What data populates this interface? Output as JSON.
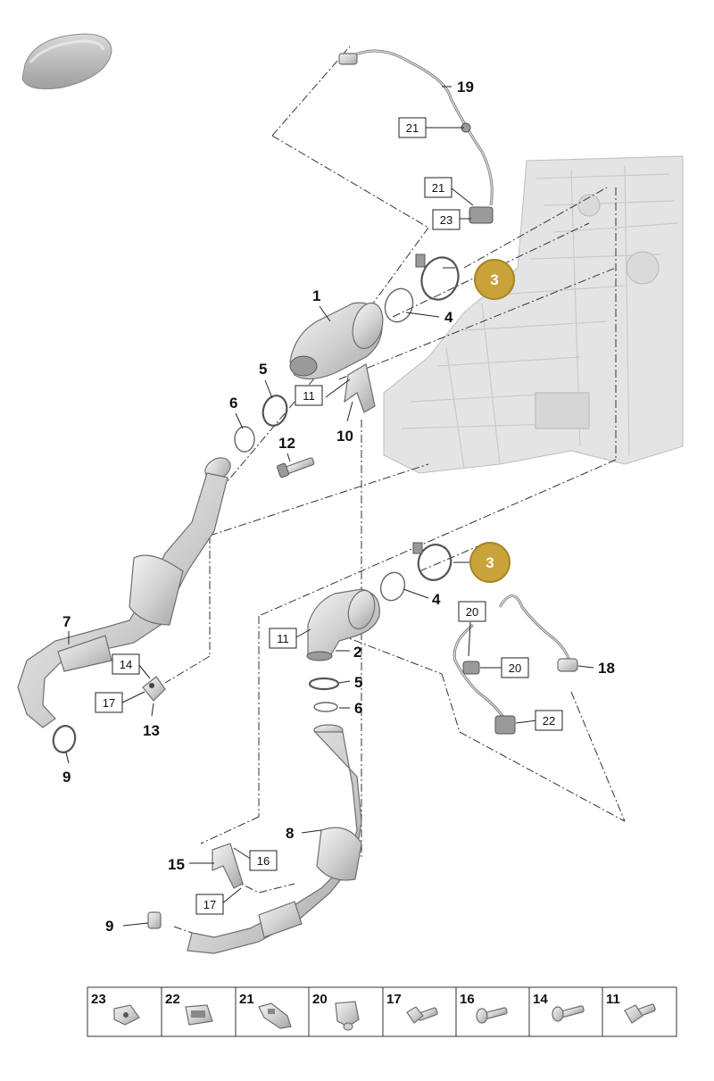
{
  "callouts": [
    {
      "id": "c1",
      "text": "1"
    },
    {
      "id": "c2",
      "text": "2"
    },
    {
      "id": "c4a",
      "text": "4"
    },
    {
      "id": "c4b",
      "text": "4"
    },
    {
      "id": "c5a",
      "text": "5"
    },
    {
      "id": "c5b",
      "text": "5"
    },
    {
      "id": "c6a",
      "text": "6"
    },
    {
      "id": "c6b",
      "text": "6"
    },
    {
      "id": "c7",
      "text": "7"
    },
    {
      "id": "c8",
      "text": "8"
    },
    {
      "id": "c9a",
      "text": "9"
    },
    {
      "id": "c9b",
      "text": "9"
    },
    {
      "id": "c10",
      "text": "10"
    },
    {
      "id": "c12",
      "text": "12"
    },
    {
      "id": "c13",
      "text": "13"
    },
    {
      "id": "c15",
      "text": "15"
    },
    {
      "id": "c18",
      "text": "18"
    },
    {
      "id": "c19",
      "text": "19"
    }
  ],
  "boxed": [
    {
      "id": "b21a",
      "text": "21"
    },
    {
      "id": "b21b",
      "text": "21"
    },
    {
      "id": "b23",
      "text": "23"
    },
    {
      "id": "b11a",
      "text": "11"
    },
    {
      "id": "b11b",
      "text": "11"
    },
    {
      "id": "b14",
      "text": "14"
    },
    {
      "id": "b17a",
      "text": "17"
    },
    {
      "id": "b17b",
      "text": "17"
    },
    {
      "id": "b16",
      "text": "16"
    },
    {
      "id": "b20a",
      "text": "20"
    },
    {
      "id": "b20b",
      "text": "20"
    },
    {
      "id": "b22",
      "text": "22"
    }
  ],
  "badges": [
    {
      "id": "g3a",
      "text": "3"
    },
    {
      "id": "g3b",
      "text": "3"
    }
  ],
  "legend": [
    "23",
    "22",
    "21",
    "20",
    "17",
    "16",
    "14",
    "11"
  ],
  "colors": {
    "badge": "#c9a33a",
    "badge_stroke": "#a88528",
    "metal_light": "#f2f2f2",
    "metal_dark": "#a8a8a8"
  }
}
